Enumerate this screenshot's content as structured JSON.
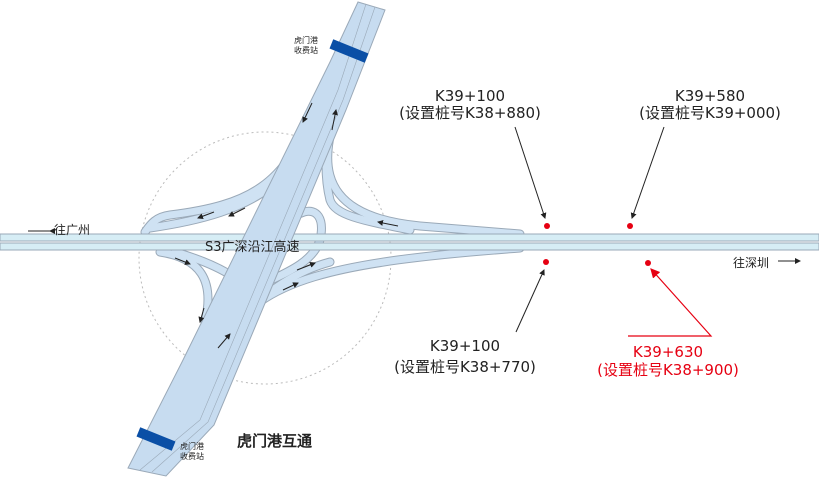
{
  "interchange_name": "虎门港互通",
  "highway_name": "S3广深沿江高速",
  "toll_station": {
    "line1": "虎门港",
    "line2": "收费站"
  },
  "directions": {
    "west": "往广州",
    "east": "往深圳"
  },
  "markers": [
    {
      "id": "top-left",
      "km": "K39+100",
      "note": "(设置桩号K38+880)"
    },
    {
      "id": "top-right",
      "km": "K39+580",
      "note": "(设置桩号K39+000)"
    },
    {
      "id": "bottom-left",
      "km": "K39+100",
      "note": "(设置桩号K38+770)"
    },
    {
      "id": "bottom-right",
      "km": "K39+630",
      "note": "(设置桩号K38+900)",
      "highlight": true
    }
  ],
  "colors": {
    "road": "#cfe2f3",
    "road_edge": "#9aa9b8",
    "toll": "#0a4fa6",
    "marker": "#e60012",
    "text": "#222222"
  }
}
